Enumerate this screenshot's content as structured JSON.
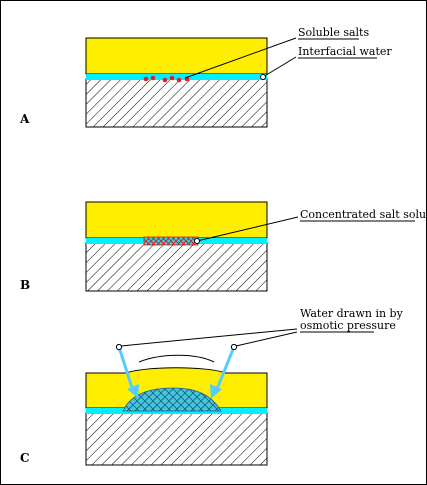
{
  "panels": {
    "a": {
      "letter": "A"
    },
    "b": {
      "letter": "B"
    },
    "c": {
      "letter": "C"
    }
  },
  "annotations": {
    "soluble_salts": "Soluble salts",
    "interfacial_water": "Interfacial water",
    "concentrated_salt_solution": "Concentrated salt solution",
    "water_drawn_line1": "Water drawn in by",
    "water_drawn_line2": "osmotic pressure"
  },
  "colors": {
    "coating": "#ffee00",
    "water": "#00f0ff",
    "salt": "#dd2222",
    "osmotic_arrow": "#55ccff",
    "blister": "#44c8d8",
    "substrate_hatch": "#000000"
  }
}
